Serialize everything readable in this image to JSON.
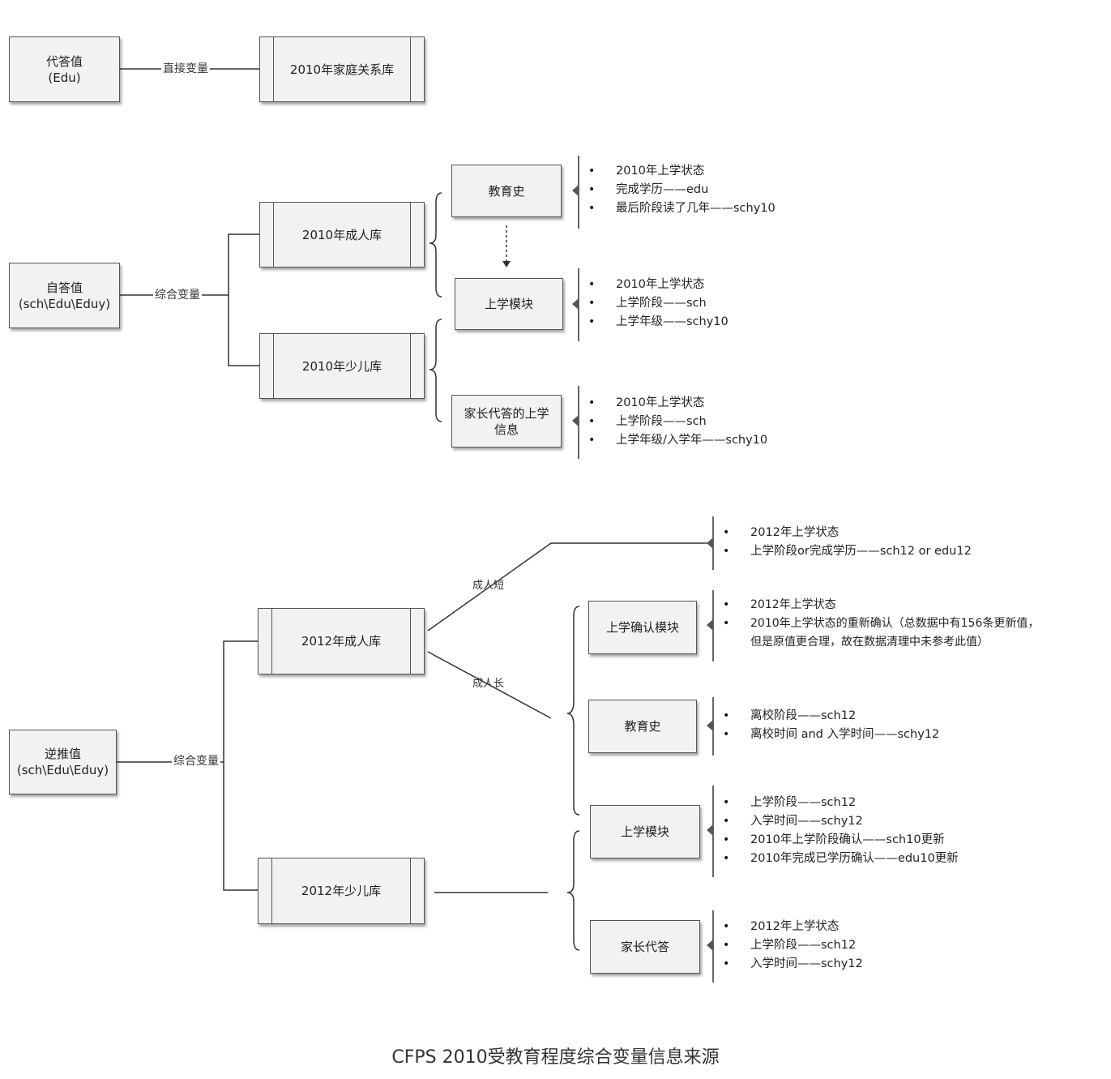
{
  "caption": "CFPS 2010受教育程度综合变量信息来源",
  "sections": {
    "proxy": {
      "source_box": [
        "代答值",
        "(Edu)"
      ],
      "link_label": "直接变量",
      "target_box": "2010年家庭关系库"
    },
    "self": {
      "source_box": [
        "自答值",
        "(sch\\Edu\\Eduy)"
      ],
      "link_label": "综合变量",
      "db_adult": "2010年成人库",
      "db_child": "2010年少儿库",
      "module_edu_history": "教育史",
      "module_school": "上学模块",
      "module_parent": [
        "家长代答的上学",
        "信息"
      ],
      "list_edu_history": [
        "2010年上学状态",
        "完成学历——edu",
        "最后阶段读了几年——schy10"
      ],
      "list_school": [
        "2010年上学状态",
        "上学阶段——sch",
        "上学年级——schy10"
      ],
      "list_parent": [
        "2010年上学状态",
        "上学阶段——sch",
        "上学年级/入学年——schy10"
      ]
    },
    "backward": {
      "source_box": [
        "逆推值",
        "(sch\\Edu\\Eduy)"
      ],
      "link_label": "综合变量",
      "db_adult": "2012年成人库",
      "db_child": "2012年少儿库",
      "branch_short": "成人短",
      "branch_long": "成人长",
      "module_confirm": "上学确认模块",
      "module_edu_history": "教育史",
      "module_school": "上学模块",
      "module_parent": "家长代答",
      "list_short": [
        "2012年上学状态",
        "上学阶段or完成学历——sch12 or edu12"
      ],
      "list_confirm": [
        "2012年上学状态",
        "2010年上学状态的重新确认（总数据中有156条更新值，",
        "但是原值更合理，故在数据清理中未参考此值）"
      ],
      "list_edu_history": [
        "离校阶段——sch12",
        "离校时间 and 入学时间——schy12"
      ],
      "list_school": [
        "上学阶段——sch12",
        "入学时间——schy12",
        "2010年上学阶段确认——sch10更新",
        "2010年完成已学历确认——edu10更新"
      ],
      "list_parent": [
        "2012年上学状态",
        "上学阶段——sch12",
        "入学时间——schy12"
      ]
    }
  }
}
